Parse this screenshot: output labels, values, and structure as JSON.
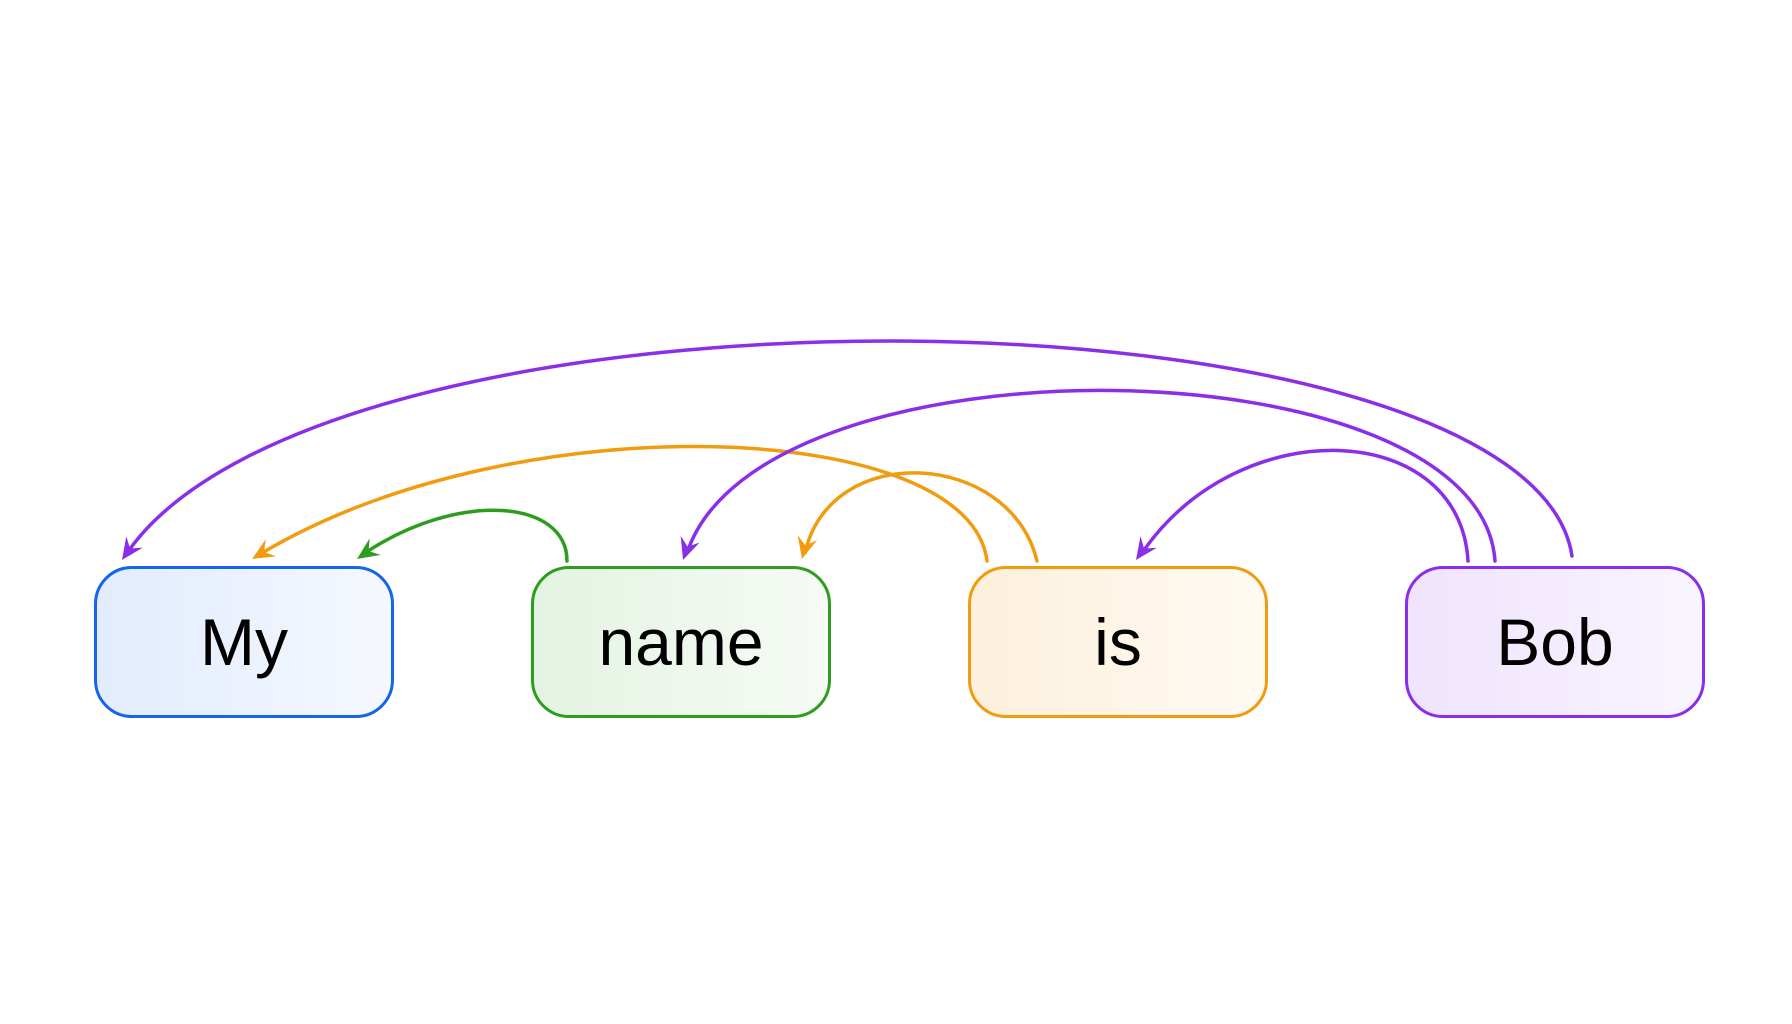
{
  "tokens": [
    {
      "id": "my",
      "text": "My",
      "color": "#1565ea",
      "fill_from": "#e2ecfd",
      "fill_to": "#f5f8fe"
    },
    {
      "id": "name",
      "text": "name",
      "color": "#2d9d1e",
      "fill_from": "#e4f3e2",
      "fill_to": "#f6fbf5"
    },
    {
      "id": "is",
      "text": "is",
      "color": "#f19b0f",
      "fill_from": "#fdf0dc",
      "fill_to": "#fefaf3"
    },
    {
      "id": "bob",
      "text": "Bob",
      "color": "#8a2ee8",
      "fill_from": "#efe3fd",
      "fill_to": "#f9f5fe"
    }
  ],
  "edges": [
    {
      "from": "name",
      "to": "my",
      "color": "#2d9d1e"
    },
    {
      "from": "is",
      "to": "my",
      "color": "#f19b0f"
    },
    {
      "from": "is",
      "to": "name",
      "color": "#f19b0f"
    },
    {
      "from": "bob",
      "to": "my",
      "color": "#8a2ee8"
    },
    {
      "from": "bob",
      "to": "name",
      "color": "#8a2ee8"
    },
    {
      "from": "bob",
      "to": "is",
      "color": "#8a2ee8"
    }
  ]
}
